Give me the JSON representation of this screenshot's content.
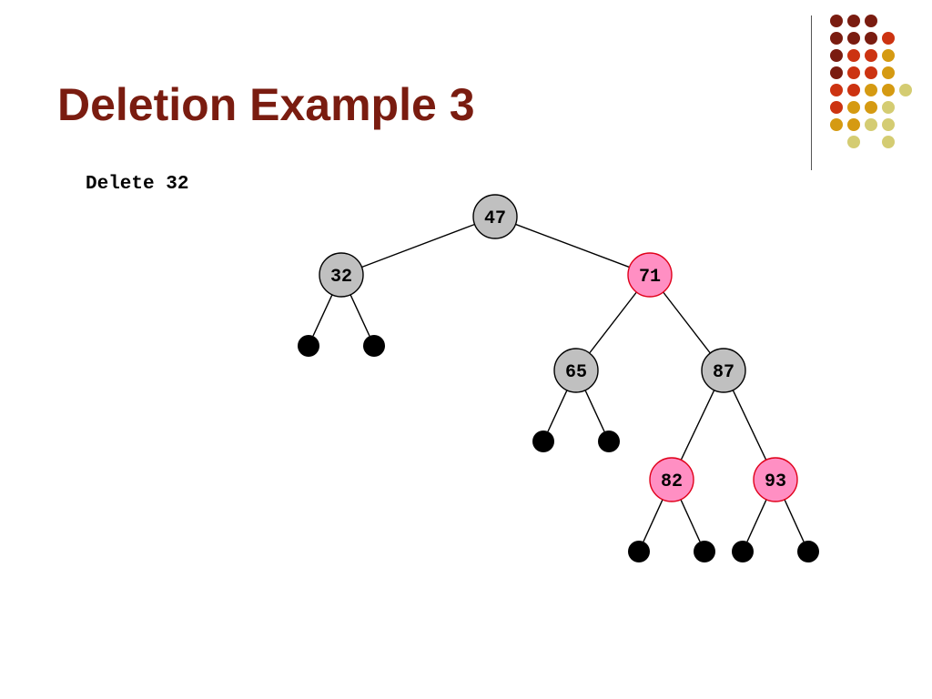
{
  "slide": {
    "title": "Deletion Example 3",
    "subtitle": "Delete 32"
  },
  "colors": {
    "title": "#7a1c10",
    "black_node_fill": "#c0c0c0",
    "black_node_stroke": "#000000",
    "red_node_fill": "#ff8fc3",
    "red_node_stroke": "#e0001a",
    "leaf_fill": "#000000",
    "edge": "#000000",
    "deco": [
      "#7a1c10",
      "#cc3311",
      "#d59a12",
      "#d4cc72"
    ]
  },
  "tree": {
    "nodes": [
      {
        "id": "n47",
        "label": "47",
        "color": "black"
      },
      {
        "id": "n32",
        "label": "32",
        "color": "black"
      },
      {
        "id": "n71",
        "label": "71",
        "color": "red"
      },
      {
        "id": "n65",
        "label": "65",
        "color": "black"
      },
      {
        "id": "n87",
        "label": "87",
        "color": "black"
      },
      {
        "id": "n82",
        "label": "82",
        "color": "red"
      },
      {
        "id": "n93",
        "label": "93",
        "color": "red"
      }
    ],
    "edges": [
      [
        "n47",
        "n32"
      ],
      [
        "n47",
        "n71"
      ],
      [
        "n71",
        "n65"
      ],
      [
        "n71",
        "n87"
      ],
      [
        "n87",
        "n82"
      ],
      [
        "n87",
        "n93"
      ]
    ],
    "nil_leaves_under": [
      "n32",
      "n65",
      "n82",
      "n93"
    ]
  }
}
